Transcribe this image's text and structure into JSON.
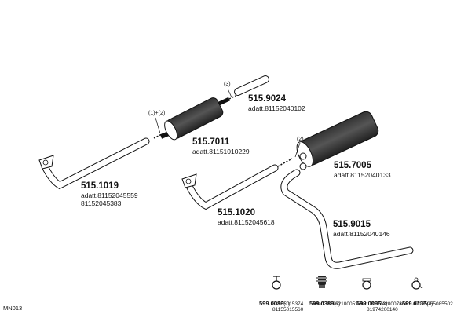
{
  "diagram_code": "MN013",
  "parts": [
    {
      "number": "515.1019",
      "codes": [
        "adatt.81152045559",
        "81152045383"
      ]
    },
    {
      "number": "515.7011",
      "codes": [
        "adatt.81151010229"
      ]
    },
    {
      "number": "515.9024",
      "codes": [
        "adatt.81152040102"
      ]
    },
    {
      "number": "515.1020",
      "codes": [
        "adatt.81152045618"
      ]
    },
    {
      "number": "515.7005",
      "codes": [
        "adatt.81152040133"
      ]
    },
    {
      "number": "515.9015",
      "codes": [
        "adatt.81152040146"
      ]
    }
  ],
  "callouts": {
    "muffler_front": "(1)+(2)",
    "tailpipe_short": "(3)",
    "muffler_rear": "(2)"
  },
  "hardware": [
    {
      "number": "599.0086",
      "qty": "(1)",
      "codes": [
        "81155015374",
        "81155015560"
      ],
      "icon": "clamp-icon"
    },
    {
      "number": "599.0389",
      "qty": "(2)",
      "codes": [
        "adatt. 81962100052"
      ],
      "icon": "rubber-mount-icon"
    },
    {
      "number": "599.0095",
      "qty": "(3)",
      "codes": [
        "adatt. 81974200073",
        "81974200140"
      ],
      "icon": "hanger-clamp-icon"
    },
    {
      "number": "599.0135",
      "qty": "(4)",
      "codes": [
        "adatt. 07155055085502"
      ],
      "icon": "clip-clamp-icon"
    }
  ]
}
